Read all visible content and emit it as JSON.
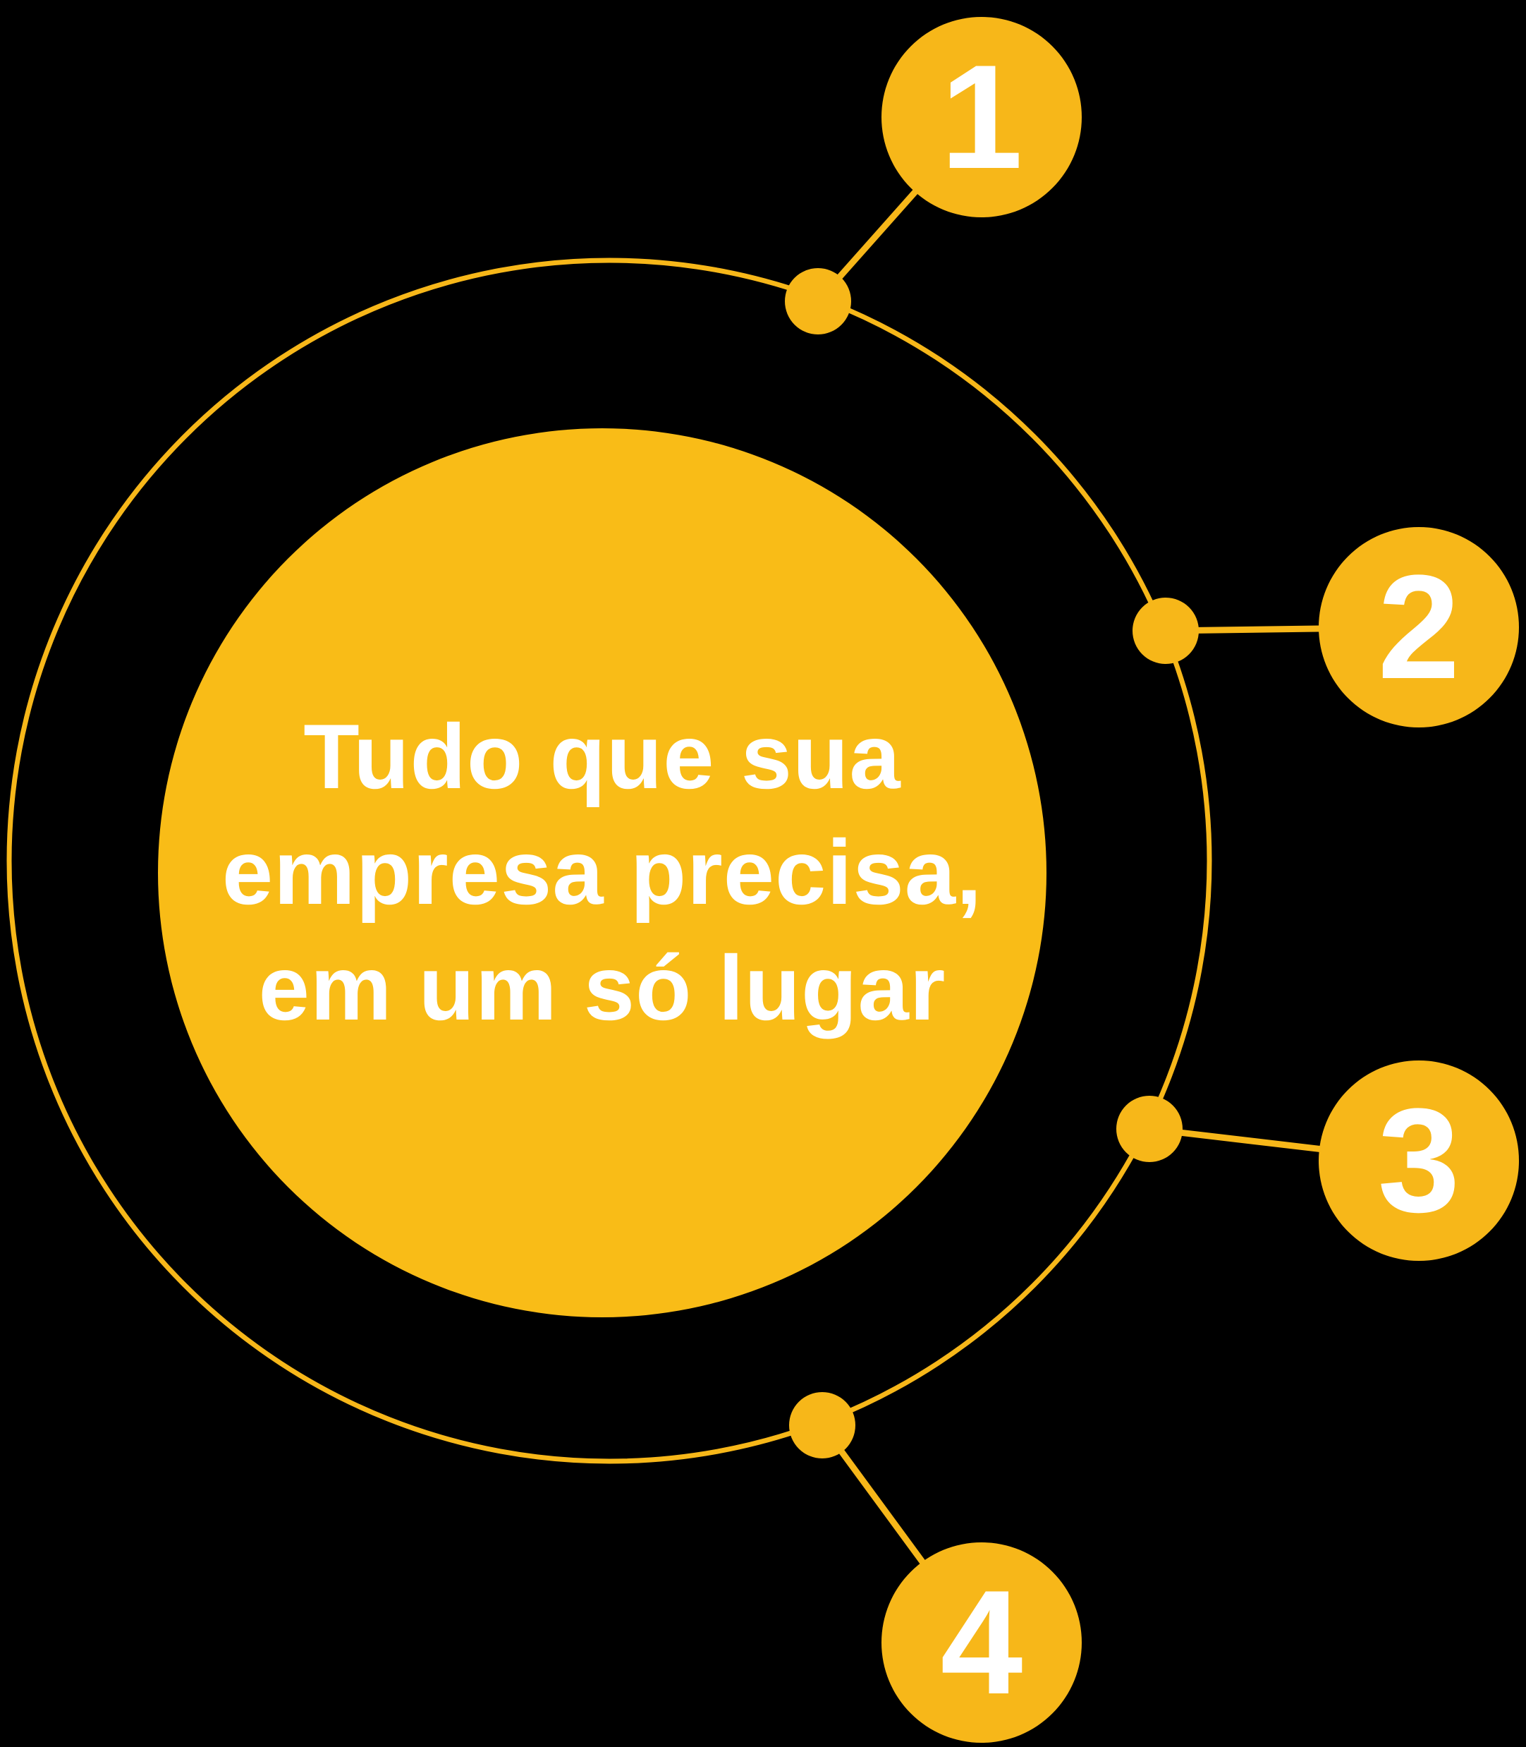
{
  "colors": {
    "background": "#000000",
    "accent": "#F7B719",
    "center_fill": "#F9BC17",
    "text": "#FFFFFF"
  },
  "center_circle": {
    "line1": "Tudo que sua",
    "line2": "empresa precisa,",
    "line3": "em um só lugar"
  },
  "steps": [
    {
      "label": "1"
    },
    {
      "label": "2"
    },
    {
      "label": "3"
    },
    {
      "label": "4"
    }
  ]
}
